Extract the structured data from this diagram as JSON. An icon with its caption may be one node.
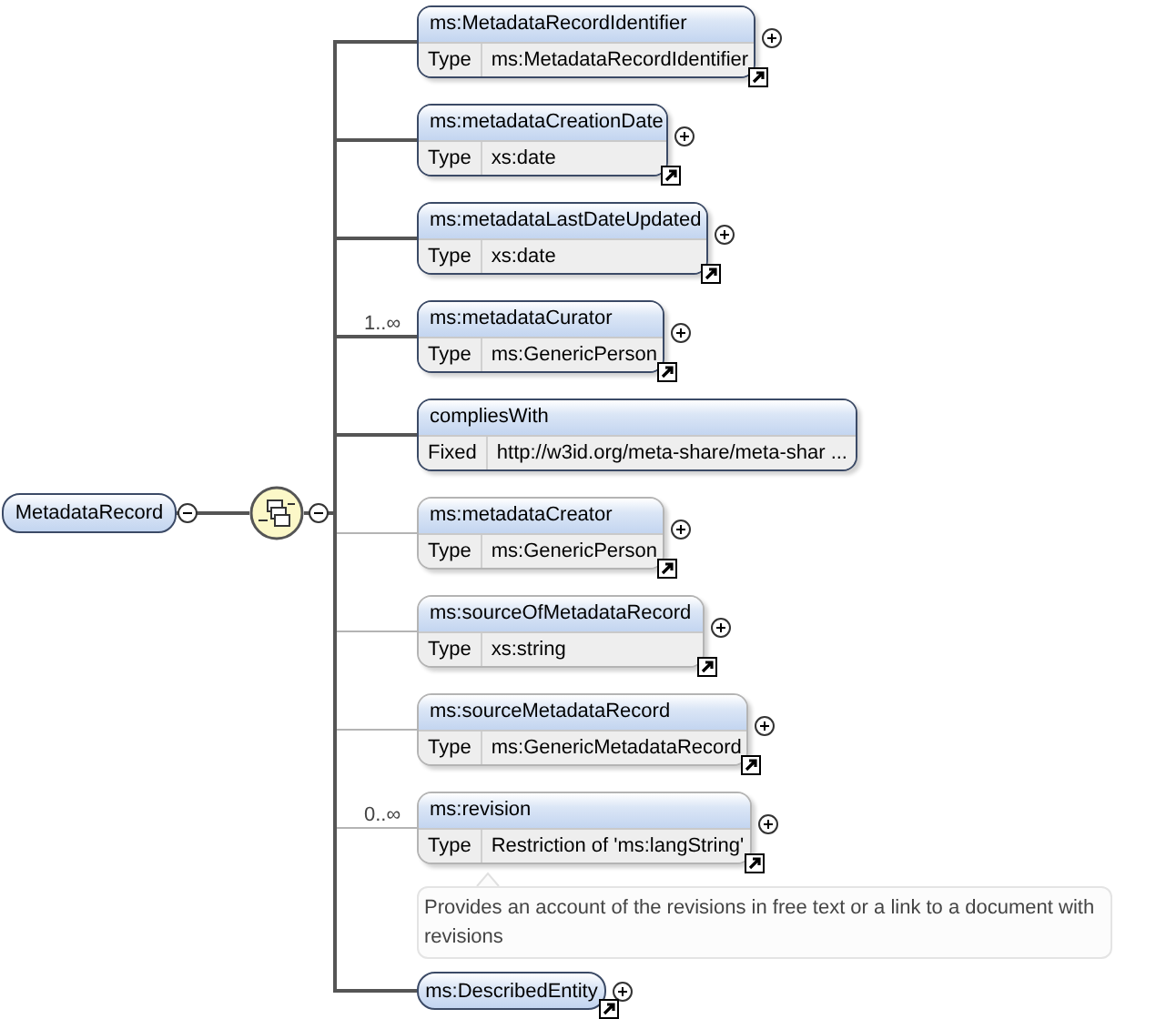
{
  "diagram": {
    "nodes": [
      {
        "text": [
          "MetadataRecord"
        ]
      },
      {
        "text": [],
        "shape": "circle"
      },
      {
        "text": [
          "ms:MetadataRecordIdentifier",
          "Type",
          "ms:MetadataRecordIdentifier"
        ]
      },
      {
        "text": [
          "ms:metadataCreationDate",
          "Type",
          "xs:date"
        ]
      },
      {
        "text": [
          "ms:metadataLastDateUpdated",
          "Type",
          "xs:date"
        ]
      },
      {
        "text": [
          "ms:metadataCurator",
          "Type",
          "ms:GenericPerson"
        ],
        "beside": [
          "1..∞"
        ]
      },
      {
        "text": [
          "compliesWith",
          "Fixed",
          "http://w3id.org/meta-share/meta-shar ..."
        ]
      },
      {
        "text": [
          "ms:metadataCreator",
          "Type",
          "ms:GenericPerson"
        ]
      },
      {
        "text": [
          "ms:sourceOfMetadataRecord",
          "Type",
          "xs:string"
        ]
      },
      {
        "text": [
          "ms:sourceMetadataRecord",
          "Type",
          "ms:GenericMetadataRecord"
        ]
      },
      {
        "text": [
          "ms:revision",
          "Type",
          "Restriction of 'ms:langString'"
        ],
        "beside": [
          "0..∞",
          "Provides an account of the revisions in free text or a link to a document with revisions"
        ]
      },
      {
        "text": [
          "ms:DescribedEntity"
        ]
      }
    ],
    "edges": [
      {
        "from": 0,
        "to": 1,
        "arrow": "none"
      },
      {
        "from": 1,
        "to": 2,
        "arrow": "none"
      },
      {
        "from": 1,
        "to": 3,
        "arrow": "none"
      },
      {
        "from": 1,
        "to": 4,
        "arrow": "none"
      },
      {
        "from": 1,
        "to": 5,
        "arrow": "none"
      },
      {
        "from": 1,
        "to": 6,
        "arrow": "none"
      },
      {
        "from": 1,
        "to": 7,
        "arrow": "none",
        "color": "#b4b4b4"
      },
      {
        "from": 1,
        "to": 8,
        "arrow": "none",
        "color": "#b4b4b4"
      },
      {
        "from": 1,
        "to": 9,
        "arrow": "none",
        "color": "#b4b4b4"
      },
      {
        "from": 1,
        "to": 10,
        "arrow": "none",
        "color": "#b4b4b4"
      },
      {
        "from": 1,
        "to": 11,
        "arrow": "none"
      }
    ]
  }
}
